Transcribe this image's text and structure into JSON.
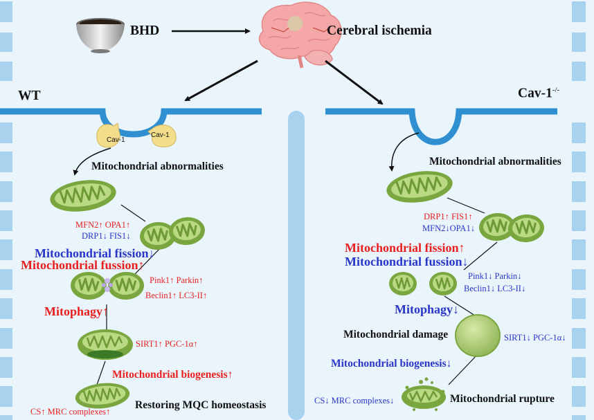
{
  "top": {
    "bhd": "BHD",
    "cerebral": "Cerebral ischemia"
  },
  "wt": {
    "title": "WT",
    "cav1_left": "Cav-1",
    "cav1_right": "Cav-1",
    "abnormalities": "Mitochondrial abnormalities",
    "mfn2_opa1": "MFN2↑ OPA1↑",
    "drp1_fis1": "DRP1↓ FIS1↓",
    "fission": "Mitochondrial fission↓",
    "fussion": "Mitochondrial fussion↑",
    "pink_parkin": "Pink1↑ Parkin↑",
    "beclin_lc3": "Beclin1↑ LC3-II↑",
    "mitophagy": "Mitophagy↑",
    "sirt_pgc": "SIRT1↑ PGC-1α↑",
    "biogenesis": "Mitochondrial biogenesis↑",
    "restoring": "Restoring MQC homeostasis",
    "cs_mrc": "CS↑ MRC complexes↑"
  },
  "ko": {
    "title": "Cav-1",
    "title_sup": "-/-",
    "abnormalities": "Mitochondrial abnormalities",
    "drp1_fis1": "DRP1↑ FIS1↑",
    "mfn2_opa1": "MFN2↓OPA1↓",
    "fission": "Mitochondrial fission↑",
    "fussion": "Mitochondrial fussion↓",
    "pink_parkin": "Pink1↓ Parkin↓",
    "beclin_lc3": "Beclin1↓ LC3-II↓",
    "mitophagy": "Mitophagy↓",
    "damage": "Mitochondrial damage",
    "sirt_pgc": "SIRT1↓ PGC-1α↓",
    "biogenesis": "Mitochondrial biogenesis↓",
    "cs_mrc": "CS↓ MRC complexes↓",
    "rupture": "Mitochondrial rupture"
  },
  "colors": {
    "background": "#e9f4fb",
    "membrane": "#2f8fd0",
    "side_bar": "#a9d2ef",
    "mito_outer": "#7aa63f",
    "mito_inner": "#b9d983",
    "caveolin": "#f3dc8a",
    "red_text": "#e8201f",
    "blue_text": "#2a35c9"
  }
}
